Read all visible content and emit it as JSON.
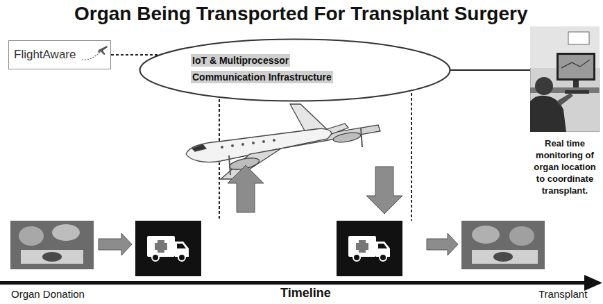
{
  "diagram": {
    "title": "Organ Being Transported For Transplant Surgery",
    "nodes": [
      {
        "text": [
          "FlightAware"
        ]
      },
      {
        "text": [
          "IoT & Multiprocessor Communication Infrastructure"
        ]
      },
      {
        "text": [
          "Real time monitoring of organ location to coordinate transplant."
        ]
      }
    ],
    "edges": [
      {
        "from": 0,
        "to": 1,
        "arrow": "none"
      },
      {
        "from": 1,
        "to": 2,
        "arrow": "none"
      }
    ],
    "labels": [
      "Organ Donation",
      "Timeline",
      "Transplant"
    ]
  }
}
